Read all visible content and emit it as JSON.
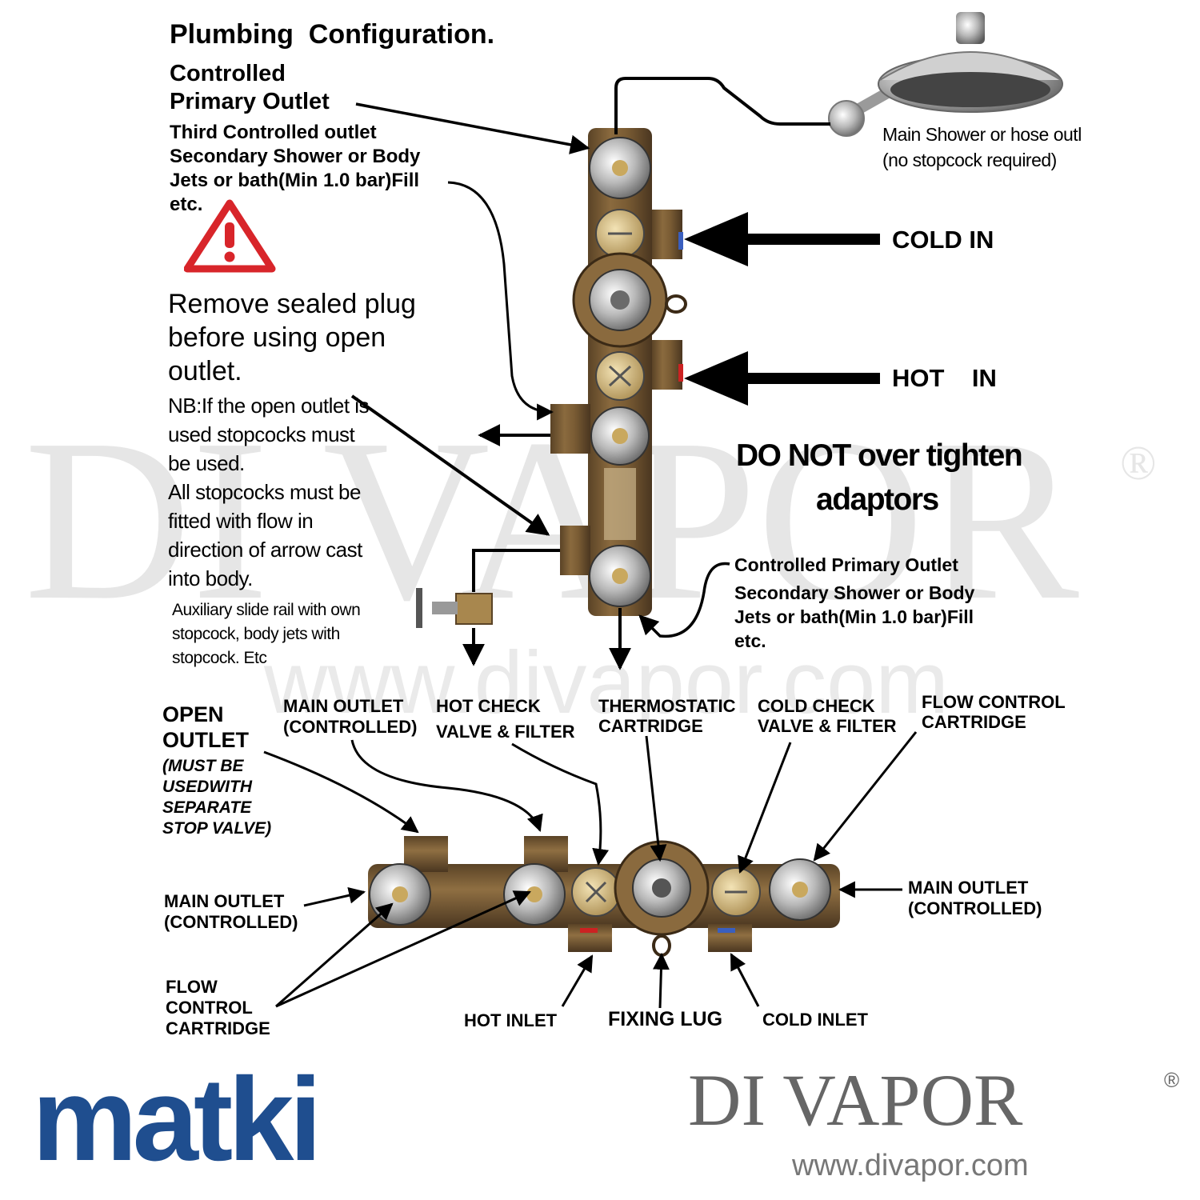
{
  "title": "Plumbing  Configuration.",
  "top_left": {
    "controlled": "Controlled",
    "primary_outlet": "Primary Outlet",
    "third_line1": "Third Controlled outlet",
    "third_line2": "Secondary Shower or Body",
    "third_line3": "Jets or bath(Min 1.0 bar)Fill",
    "third_line4": "etc.",
    "warning_icon": "warning-triangle-icon",
    "remove_line1": "Remove sealed plug",
    "remove_line2": "before using open",
    "remove_line3": "outlet.",
    "nb_line1": "NB:If the open outlet is",
    "nb_line2": "used stopcocks must",
    "nb_line3": "be used.",
    "nb_line4": "All stopcocks must be",
    "nb_line5": "fitted with flow in",
    "nb_line6": "direction of arrow cast",
    "nb_line7": "into body.",
    "aux_line1": "Auxiliary slide rail with own",
    "aux_line2": "stopcock, body jets with",
    "aux_line3": "stopcock. Etc"
  },
  "top_right": {
    "shower_line1": "Main Shower or hose outl",
    "shower_line2": "(no stopcock required)",
    "cold_in": "COLD IN",
    "hot_in": "HOT    IN",
    "warn_line1": "DO NOT over tighten",
    "warn_line2": "adaptors",
    "cpo_line1": "Controlled Primary Outlet",
    "cpo_line2": "Secondary Shower or Body",
    "cpo_line3": "Jets or bath(Min 1.0 bar)Fill",
    "cpo_line4": "etc."
  },
  "bottom": {
    "open_outlet_1": "OPEN",
    "open_outlet_2": "OUTLET",
    "open_note_1": "(MUST BE",
    "open_note_2": "USEDWITH",
    "open_note_3": "SEPARATE",
    "open_note_4": "STOP VALVE)",
    "main_outlet_top_1": "MAIN OUTLET",
    "main_outlet_top_2": "(CONTROLLED)",
    "hot_check_1": "HOT CHECK",
    "hot_check_2": "VALVE & FILTER",
    "thermo_1": "THERMOSTATIC",
    "thermo_2": "CARTRIDGE",
    "cold_check_1": "COLD CHECK",
    "cold_check_2": "VALVE & FILTER",
    "flow_ctrl_r_1": "FLOW CONTROL",
    "flow_ctrl_r_2": "CARTRIDGE",
    "main_outlet_left_1": "MAIN OUTLET",
    "main_outlet_left_2": "(CONTROLLED)",
    "main_outlet_right_1": "MAIN OUTLET",
    "main_outlet_right_2": "(CONTROLLED)",
    "flow_ctrl_l_1": "FLOW",
    "flow_ctrl_l_2": "CONTROL",
    "flow_ctrl_l_3": "CARTRIDGE",
    "hot_inlet": "HOT INLET",
    "fixing_lug": "FIXING LUG",
    "cold_inlet": "COLD INLET"
  },
  "branding": {
    "matki": "matki",
    "divapor": "DI VAPOR",
    "registered": "®",
    "url": "www.divapor.com",
    "watermark_text": "DI VAPOR",
    "watermark_url": "www.divapor.com",
    "matki_color": "#1f4e8f",
    "divapor_color": "#666666"
  }
}
